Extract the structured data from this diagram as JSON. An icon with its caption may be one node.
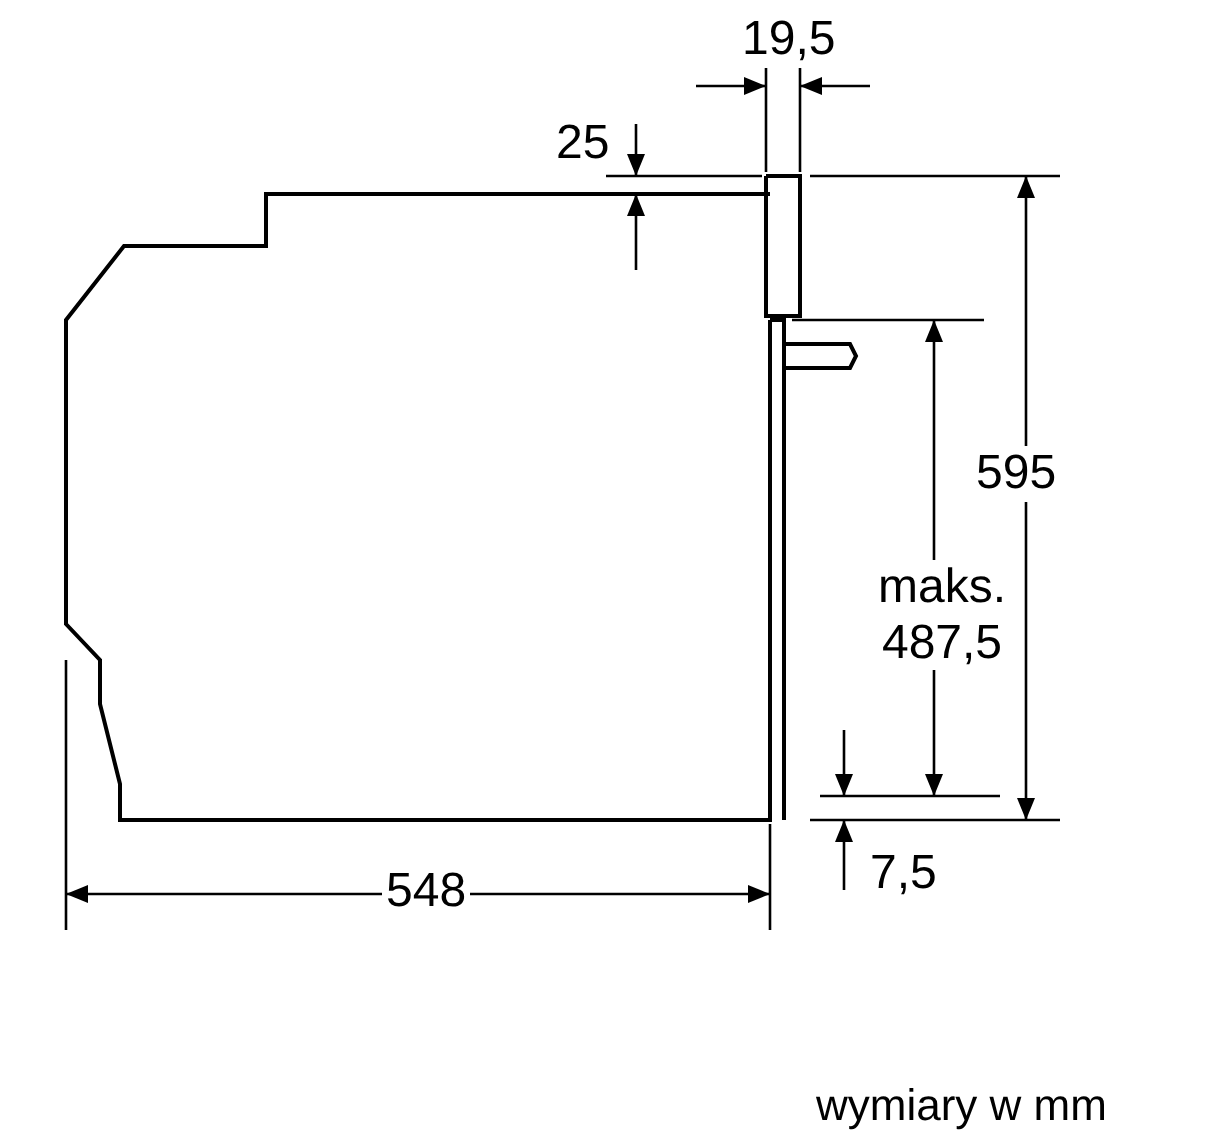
{
  "diagram": {
    "labels": [
      "19,5",
      "25",
      "595",
      "maks. 487,5",
      "548",
      "7,5",
      "wymiary w mm"
    ]
  }
}
